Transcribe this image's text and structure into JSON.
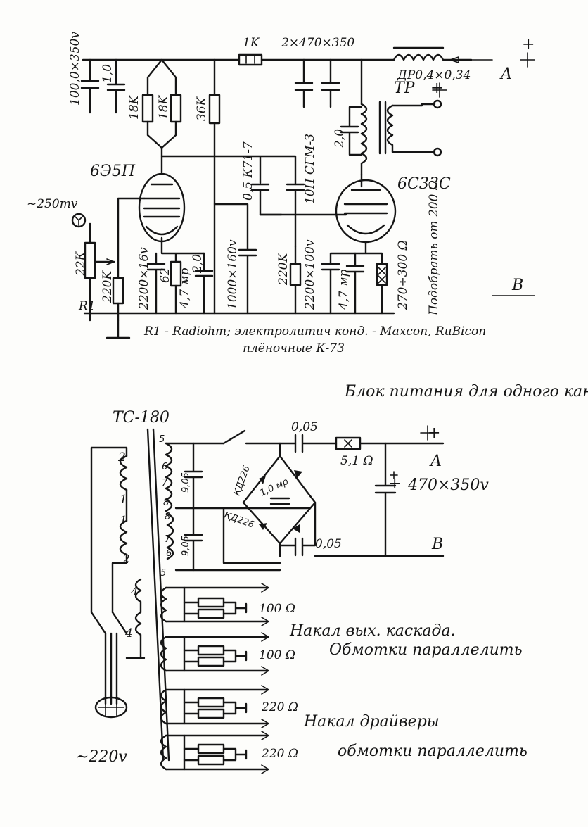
{
  "amp": {
    "c_in": "100,0×350v",
    "c_in2": "1,0",
    "r_anode1": "18K",
    "r_anode2": "18K",
    "r_36k": "36K",
    "r_1k": "1K",
    "caps_top": "2×470×350",
    "choke": "ДР0,4×0,34",
    "node_a": "A",
    "plus_top": "+",
    "plus_out": "+",
    "tp": "ТР",
    "c_tp": "2,0",
    "tube1": "6Э5П",
    "tube2": "6С33С",
    "input_level": "~250mv",
    "c_coupling1": "0,5 К71-7",
    "c_coupling2": "10Н СГМ-3",
    "pot_22k": "22К",
    "r_220k_1": "220K",
    "r1": "R1",
    "c_2200": "2200×16v",
    "r_62": "62",
    "c_47": "4,7 мр",
    "c_20": "2,0",
    "c_1000": "1000×160v",
    "r_220k_2": "220K",
    "c_2200_100": "2200×100v",
    "c_47b": "4,7 мр",
    "r_270": "270÷300 Ω",
    "podobrat": "Подобрать от 200 Ω",
    "node_b": "B",
    "note_line1": "R1 - Radiohm; электролитич конд. - Maxcon, RuBicon",
    "note_line2": "плёночные К-73"
  },
  "psu": {
    "title": "Блок питания для одного канала",
    "transformer": "ТС-180",
    "pins": [
      "5",
      "6",
      "7",
      "8",
      "8",
      "7",
      "6",
      "5"
    ],
    "pins_left": [
      "2",
      "1",
      "1",
      "2",
      "4",
      "4"
    ],
    "c_005_a": "0,05",
    "c_005_b": "0,05",
    "c_905_a": "9,05",
    "c_905_b": "9,05",
    "diode_a": "КД226",
    "diode_b": "КД226",
    "c_10mr": "1,0 мр",
    "r_51": "5,1 Ω",
    "cap_main": "470×350v",
    "plus": "+",
    "cap_plus": "+",
    "node_a": "A",
    "node_b": "B",
    "r_100a": "100 Ω",
    "r_100b": "100 Ω",
    "r_220a": "220 Ω",
    "r_220b": "220 Ω",
    "heater_out1": "Накал вых. каскада.",
    "heater_out2": "Обмотки параллелить",
    "heater_drv1": "Накал драйверы",
    "heater_drv2": "обмотки параллелить",
    "mains": "~220v"
  }
}
